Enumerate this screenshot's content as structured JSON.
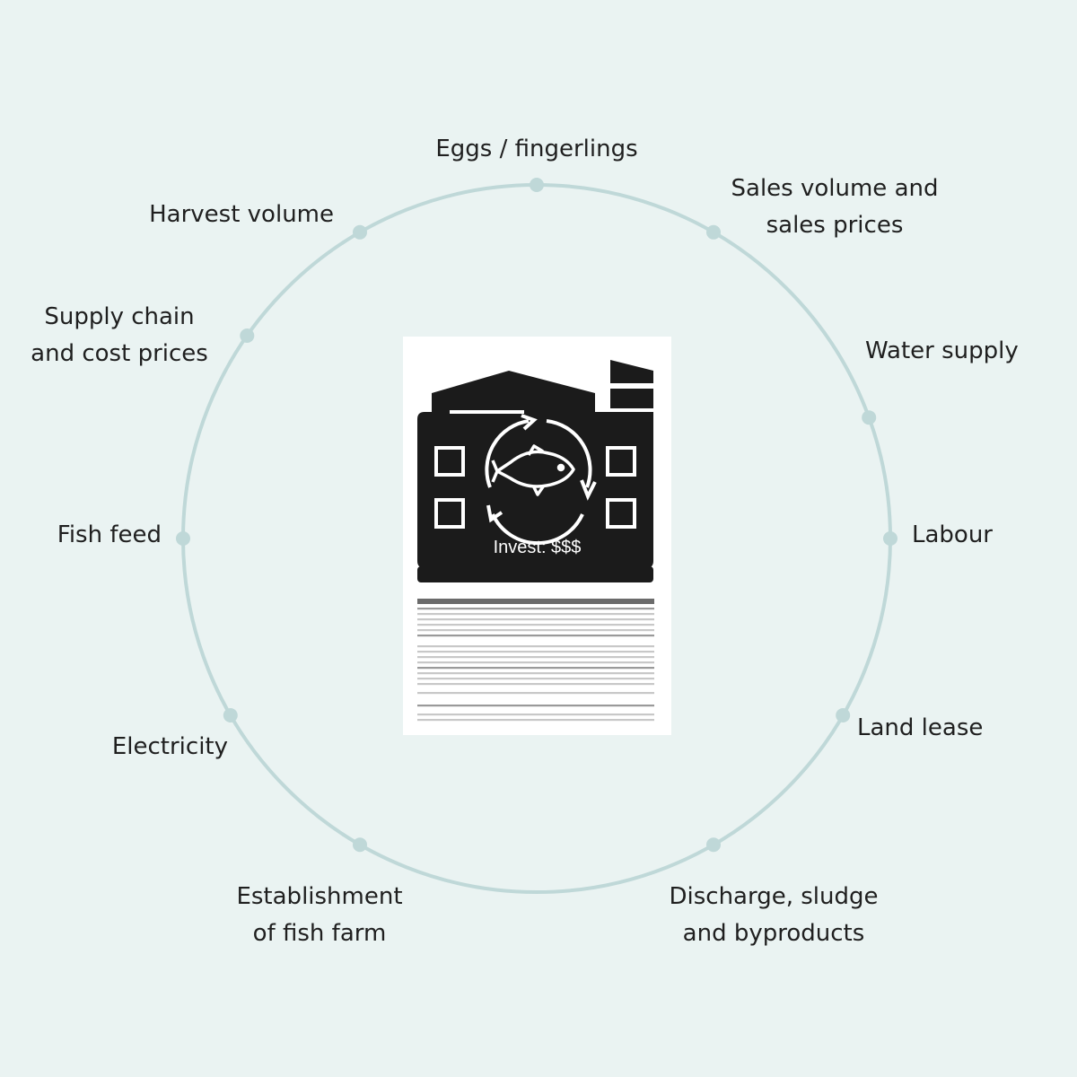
{
  "nodes": [
    {
      "id": "eggs",
      "lines": [
        "Eggs / fingerlings"
      ]
    },
    {
      "id": "sales",
      "lines": [
        "Sales volume and",
        "sales prices"
      ]
    },
    {
      "id": "water",
      "lines": [
        "Water supply"
      ]
    },
    {
      "id": "labour",
      "lines": [
        "Labour"
      ]
    },
    {
      "id": "land",
      "lines": [
        "Land lease"
      ]
    },
    {
      "id": "discharge",
      "lines": [
        "Discharge, sludge",
        "and byproducts"
      ]
    },
    {
      "id": "establishment",
      "lines": [
        "Establishment",
        "of fish farm"
      ]
    },
    {
      "id": "electricity",
      "lines": [
        "Electricity"
      ]
    },
    {
      "id": "feed",
      "lines": [
        "Fish feed"
      ]
    },
    {
      "id": "supply",
      "lines": [
        "Supply chain",
        "and cost prices"
      ]
    },
    {
      "id": "harvest",
      "lines": [
        "Harvest volume"
      ]
    }
  ],
  "center": {
    "invest_label": "Invest:  $$$",
    "icon": "fish-farm-building-icon",
    "recycle_icon": "circular-arrows-icon",
    "fish_icon": "fish-icon"
  },
  "colors": {
    "background": "#eaf3f2",
    "ring": "#bfd8d8",
    "icon": "#1b1b1b"
  }
}
